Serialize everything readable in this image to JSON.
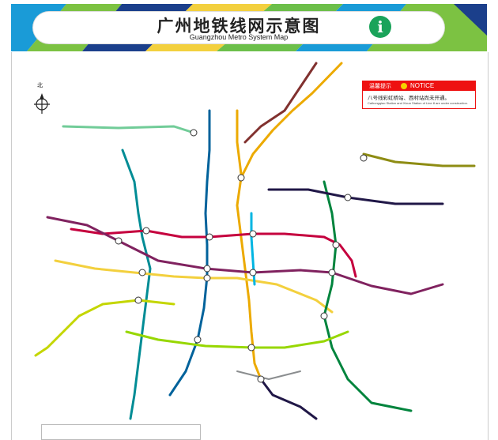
{
  "header": {
    "title_cn": "广州地铁线网示意图",
    "title_en": "Guangzhou Metro System Map",
    "info_icon": "info-icon"
  },
  "compass": {
    "label": "北"
  },
  "notice": {
    "head": "温馨提示",
    "word": "NOTICE",
    "text_cn": "八号线彩虹桥站、西村站尚未开通。",
    "text_en": "Caihongqiao Station and Xicun Station of Line 8 are under construction."
  },
  "colors": {
    "line1": "#f3d03e",
    "line2": "#00629b",
    "line3": "#ecaa00",
    "line4": "#00843d",
    "line5": "#c5003e",
    "line6": "#80225f",
    "line7": "#97d700",
    "line8": "#008c95",
    "line9": "#71cc98",
    "line13": "#8e8c13",
    "line14": "#81312f",
    "line21": "#201747",
    "apm": "#00b5e2",
    "gf": "#c4d600",
    "thz": "#8a8d8f"
  }
}
